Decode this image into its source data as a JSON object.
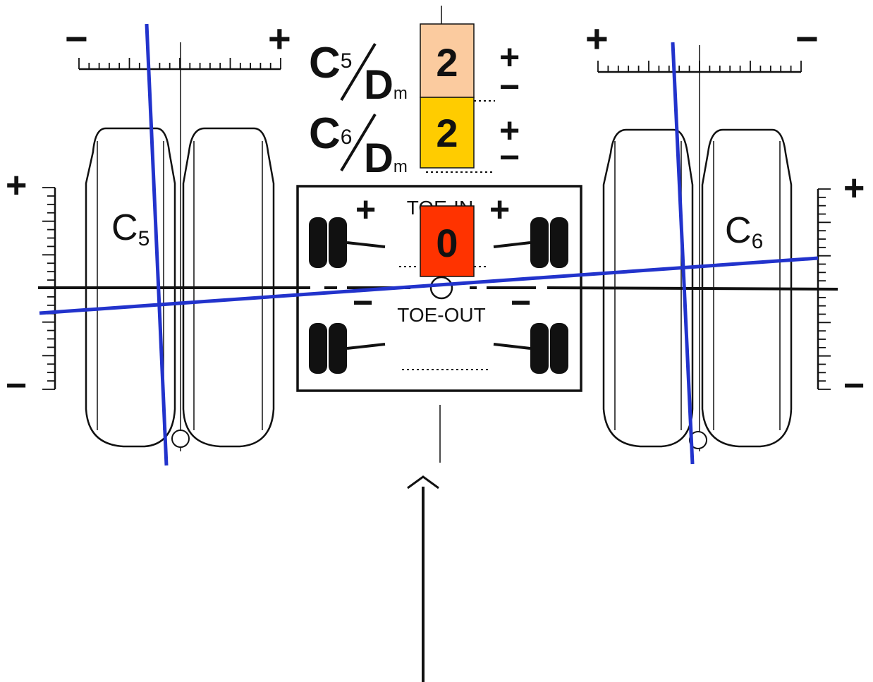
{
  "left_gauge": {
    "minus": "−",
    "plus": "+"
  },
  "right_gauge": {
    "plus": "+",
    "minus": "−"
  },
  "left_side_scale": {
    "plus": "+",
    "minus": "−"
  },
  "right_side_scale": {
    "plus": "+",
    "minus": "−"
  },
  "wheel_labels": {
    "left": "C",
    "left_sub": "5",
    "right": "C",
    "right_sub": "6"
  },
  "ratio_rows": [
    {
      "num": "C",
      "num_sub": "5",
      "den": "D",
      "den_sub": "m",
      "value": "2",
      "color": "#FBCB9F",
      "plus": "+",
      "minus": "−"
    },
    {
      "num": "C",
      "num_sub": "6",
      "den": "D",
      "den_sub": "m",
      "value": "2",
      "color": "#FFCC00",
      "plus": "+",
      "minus": "−"
    }
  ],
  "toe_panel": {
    "toe_in_label": "TOE-IN",
    "toe_out_label": "TOE-OUT",
    "toe_value": "0",
    "toe_color": "#FF3300",
    "plus_left": "+",
    "plus_right": "+",
    "minus_left": "−",
    "minus_right": "−"
  },
  "line_color": "#2233CC"
}
